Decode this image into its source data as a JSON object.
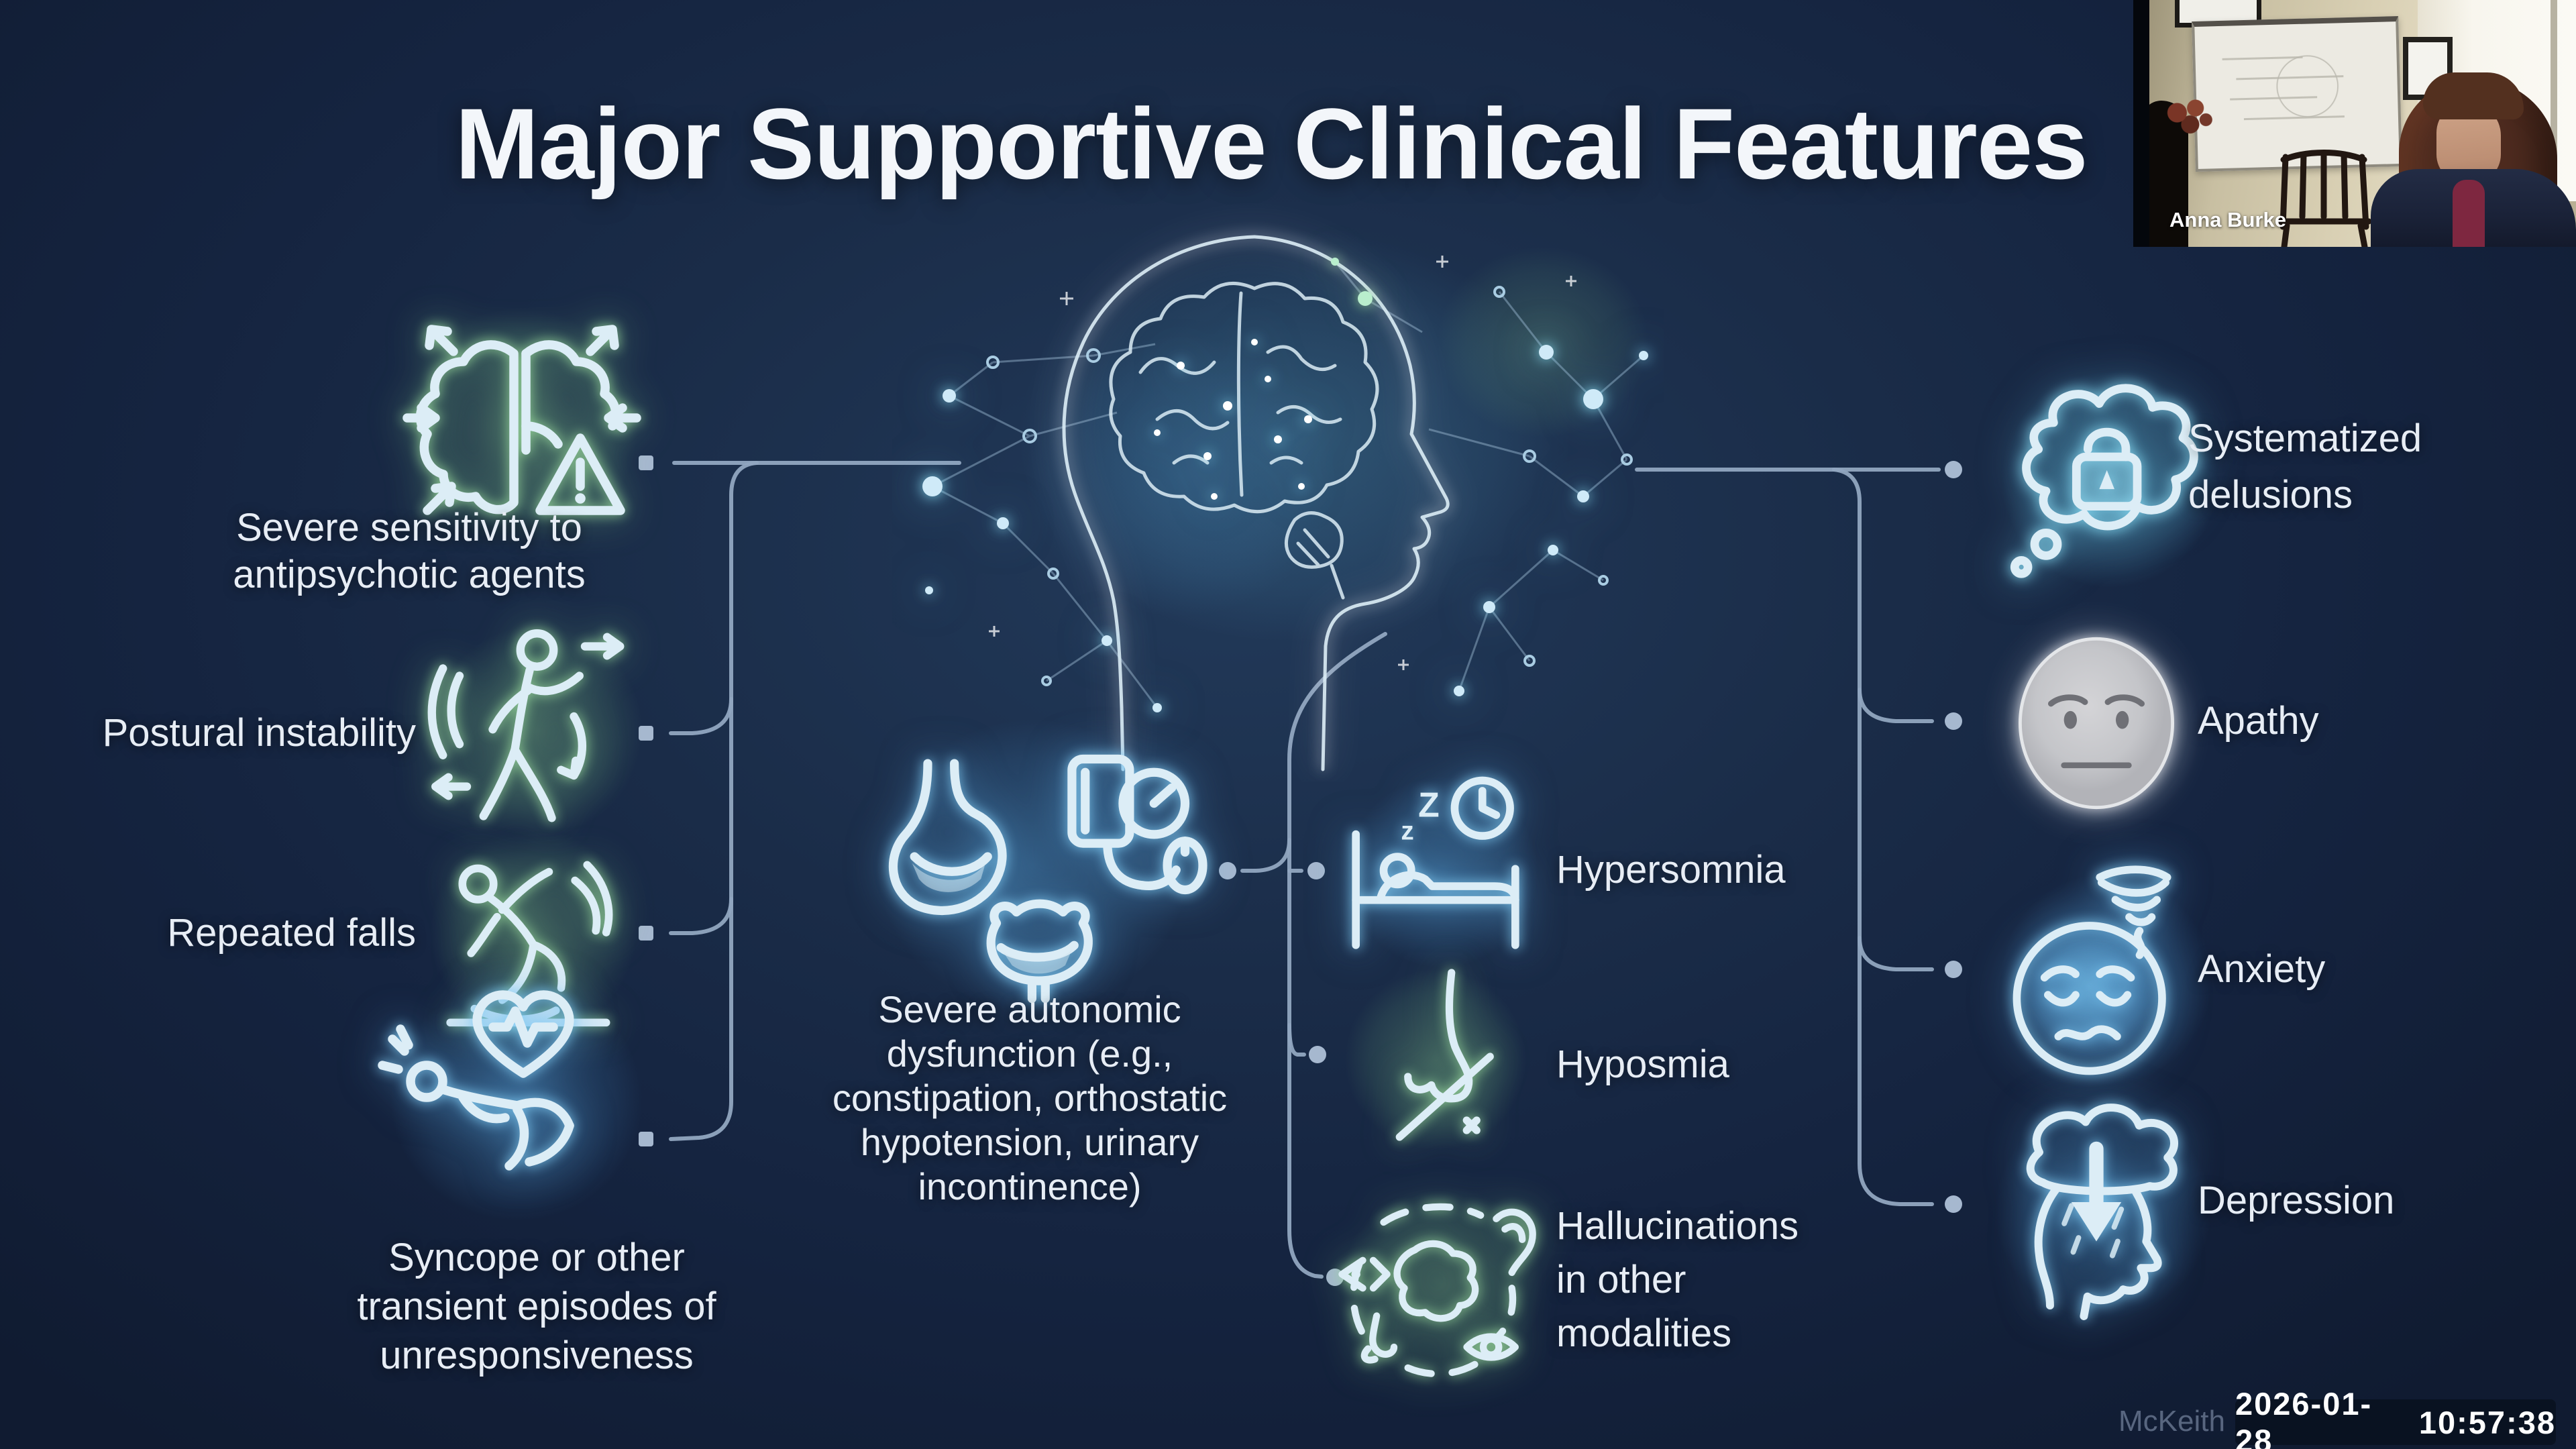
{
  "slide": {
    "title": "Major Supportive Clinical Features",
    "citation": "McKeith",
    "center_illustration": "brain-head-network",
    "features_left": [
      {
        "icon": "brain-antipsychotic-warning",
        "lines": [
          "Severe sensitivity to",
          "antipsychotic agents"
        ]
      },
      {
        "icon": "postural-instability-person",
        "lines": [
          "Postural instability"
        ]
      },
      {
        "icon": "falling-person",
        "lines": [
          "Repeated falls"
        ]
      },
      {
        "icon": "collapsed-person-heartbeat",
        "lines": [
          "Syncope or other",
          "transient episodes of",
          "unresponsiveness"
        ]
      }
    ],
    "features_middle": [
      {
        "icon": "stomach-blood-pressure-bladder",
        "lines": [
          "Severe autonomic",
          "dysfunction (e.g.,",
          "constipation, orthostatic",
          "hypotension, urinary",
          "incontinence)"
        ]
      },
      {
        "icon": "sleeping-person-clock",
        "lines": [
          "Hypersomnia"
        ]
      },
      {
        "icon": "nose-slash",
        "lines": [
          "Hyposmia"
        ]
      },
      {
        "icon": "senses-eye-ear-nose",
        "lines": [
          "Hallucinations",
          "in other",
          "modalities"
        ]
      }
    ],
    "features_right": [
      {
        "icon": "thought-cloud-padlock",
        "lines": [
          "Systematized",
          "delusions"
        ]
      },
      {
        "icon": "apathy-face",
        "lines": [
          "Apathy"
        ]
      },
      {
        "icon": "anxious-face-tornado",
        "lines": [
          "Anxiety"
        ]
      },
      {
        "icon": "rain-cloud-head",
        "lines": [
          "Depression"
        ]
      }
    ]
  },
  "webcam": {
    "participant_name": "Anna Burke"
  },
  "overlay": {
    "date": "2026-01-28",
    "time": "10:57:38"
  },
  "colors": {
    "background": "#16263e",
    "connector": "#91a6c0",
    "text": "#e7edf5",
    "accent_cyan": "#7fd4ea",
    "accent_green": "#a8d8a0"
  }
}
